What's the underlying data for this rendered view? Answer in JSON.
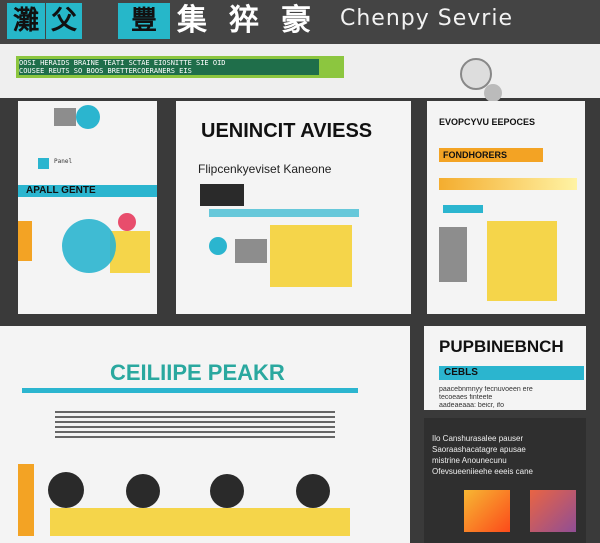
{
  "header": {
    "cjk_blocks": [
      "灘",
      "父",
      "豐",
      "集",
      "猝",
      "豪"
    ],
    "brand": "Chenpy Sevrie"
  },
  "banner": {
    "line1": "OOSI HERAIDS BRAINE TEATI SCTAE EIOSNITTE SIE OID",
    "line2": "COUSEE REUTS SO BOOS BRETTERCOERANERS EIS"
  },
  "panels": {
    "p1_title": "APALL GENTE",
    "p2_title": "UENINCIT AVIESS",
    "p2_subtitle": "Flipcenkyeviset Kaneone",
    "p3_title": "EVOPCYVU EEPOCES",
    "p3_badge": "FONDHORERS",
    "p4_title": "PUPBINEBNCH",
    "p4_badge": "CEBLS",
    "p4_lines": [
      "paacebnmnyy fecnuvoeen ere",
      "tecoeaes finteete",
      "aadeaeaaa: beicr, ifo"
    ],
    "p5_title": "CEILIIPE PEAKR",
    "p6_lines": [
      "Ilo Canshurasalee pauser",
      "Saoraashacatagre apusae",
      "mistrine Anounecunu",
      "Ofevsueeniieehe eeeis cane"
    ]
  },
  "colors": {
    "cyan": "#2bb5cf",
    "orange": "#f3a324",
    "yellow": "#f5d54a",
    "green": "#8cc63f",
    "dark": "#2a2a2a"
  }
}
